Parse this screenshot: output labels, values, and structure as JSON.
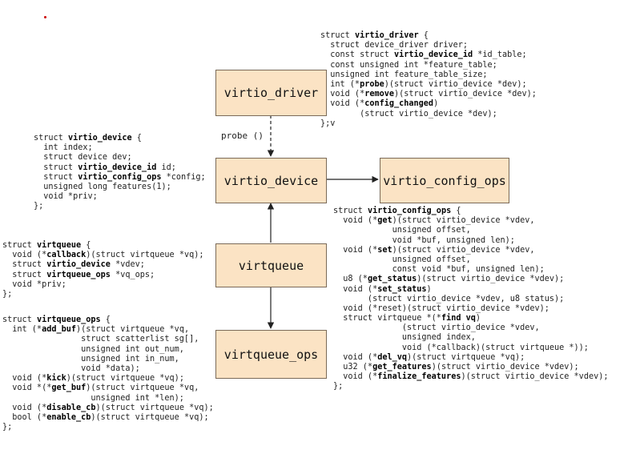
{
  "boxes": {
    "virtio_driver": "virtio_driver",
    "virtio_device": "virtio_device",
    "virtio_config_ops": "virtio_config_ops",
    "virtqueue": "virtqueue",
    "virtqueue_ops": "virtqueue_ops"
  },
  "probe_label": "probe ()",
  "colors": {
    "box_fill": "#fbe3c4",
    "box_border": "#7a6a58",
    "marker": "#cc0000"
  },
  "code": {
    "virtio_driver": [
      [
        {
          "t": "struct "
        },
        {
          "t": "virtio_driver",
          "b": true
        },
        {
          "t": " {"
        }
      ],
      [
        {
          "t": "  struct device_driver driver;"
        }
      ],
      [
        {
          "t": "  const struct "
        },
        {
          "t": "virtio_device_id",
          "b": true
        },
        {
          "t": " *id_table;"
        }
      ],
      [
        {
          "t": "  const unsigned int *feature_table;"
        }
      ],
      [
        {
          "t": "  unsigned int feature_table_size;"
        }
      ],
      [
        {
          "t": "  int (*"
        },
        {
          "t": "probe",
          "b": true
        },
        {
          "t": ")(struct virtio_device *dev);"
        }
      ],
      [
        {
          "t": "  void (*"
        },
        {
          "t": "remove",
          "b": true
        },
        {
          "t": ")(struct virtio_device *dev);"
        }
      ],
      [
        {
          "t": "  void (*"
        },
        {
          "t": "config_changed",
          "b": true
        },
        {
          "t": ")"
        }
      ],
      [
        {
          "t": "        (struct virtio_device *dev);"
        }
      ],
      [
        {
          "t": "};v"
        }
      ]
    ],
    "virtio_device": [
      [
        {
          "t": "struct "
        },
        {
          "t": "virtio_device",
          "b": true
        },
        {
          "t": " {"
        }
      ],
      [
        {
          "t": "  int index;"
        }
      ],
      [
        {
          "t": "  struct device dev;"
        }
      ],
      [
        {
          "t": "  struct "
        },
        {
          "t": "virtio_device_id",
          "b": true
        },
        {
          "t": " id;"
        }
      ],
      [
        {
          "t": "  struct "
        },
        {
          "t": "virtio_config_ops",
          "b": true
        },
        {
          "t": " *config;"
        }
      ],
      [
        {
          "t": "  unsigned long features(1);"
        }
      ],
      [
        {
          "t": "  void *priv;"
        }
      ],
      [
        {
          "t": "};"
        }
      ]
    ],
    "virtqueue": [
      [
        {
          "t": "struct "
        },
        {
          "t": "virtqueue",
          "b": true
        },
        {
          "t": " {"
        }
      ],
      [
        {
          "t": "  void (*"
        },
        {
          "t": "callback",
          "b": true
        },
        {
          "t": ")(struct virtqueue *vq);"
        }
      ],
      [
        {
          "t": "  struct "
        },
        {
          "t": "virtio_device",
          "b": true
        },
        {
          "t": " *vdev;"
        }
      ],
      [
        {
          "t": "  struct "
        },
        {
          "t": "virtqueue_ops",
          "b": true
        },
        {
          "t": " *vq_ops;"
        }
      ],
      [
        {
          "t": "  void *priv;"
        }
      ],
      [
        {
          "t": "};"
        }
      ]
    ],
    "virtqueue_ops": [
      [
        {
          "t": "struct "
        },
        {
          "t": "virtqueue_ops",
          "b": true
        },
        {
          "t": " {"
        }
      ],
      [
        {
          "t": "  int (*"
        },
        {
          "t": "add_buf",
          "b": true
        },
        {
          "t": ")(struct virtqueue *vq,"
        }
      ],
      [
        {
          "t": "                struct scatterlist sg[],"
        }
      ],
      [
        {
          "t": "                unsigned int out_num,"
        }
      ],
      [
        {
          "t": "                unsigned int in_num,"
        }
      ],
      [
        {
          "t": "                void *data);"
        }
      ],
      [
        {
          "t": "  void (*"
        },
        {
          "t": "kick",
          "b": true
        },
        {
          "t": ")(struct virtqueue *vq);"
        }
      ],
      [
        {
          "t": "  void *(*"
        },
        {
          "t": "get_buf",
          "b": true
        },
        {
          "t": ")(struct virtqueue *vq,"
        }
      ],
      [
        {
          "t": "                  unsigned int *len);"
        }
      ],
      [
        {
          "t": "  void (*"
        },
        {
          "t": "disable_cb",
          "b": true
        },
        {
          "t": ")(struct virtqueue *vq);"
        }
      ],
      [
        {
          "t": "  bool (*"
        },
        {
          "t": "enable_cb",
          "b": true
        },
        {
          "t": ")(struct virtqueue *vq);"
        }
      ],
      [
        {
          "t": "};"
        }
      ]
    ],
    "virtio_config_ops": [
      [
        {
          "t": "struct "
        },
        {
          "t": "virtio_config_ops",
          "b": true
        },
        {
          "t": " {"
        }
      ],
      [
        {
          "t": "  void (*"
        },
        {
          "t": "get",
          "b": true
        },
        {
          "t": ")(struct virtio_device *vdev,"
        }
      ],
      [
        {
          "t": "            unsigned offset,"
        }
      ],
      [
        {
          "t": "            void *buf, unsigned len);"
        }
      ],
      [
        {
          "t": "  void (*"
        },
        {
          "t": "set",
          "b": true
        },
        {
          "t": ")(struct virtio_device *vdev,"
        }
      ],
      [
        {
          "t": "            unsigned offset,"
        }
      ],
      [
        {
          "t": "            const void *buf, unsigned len);"
        }
      ],
      [
        {
          "t": "  u8 (*"
        },
        {
          "t": "get_status",
          "b": true
        },
        {
          "t": ")(struct virtio_device *vdev);"
        }
      ],
      [
        {
          "t": "  void (*"
        },
        {
          "t": "set_status",
          "b": true
        },
        {
          "t": ")"
        }
      ],
      [
        {
          "t": "       (struct virtio_device *vdev, u8 status);"
        }
      ],
      [
        {
          "t": "  void (*reset)(struct virtio_device *vdev);"
        }
      ],
      [
        {
          "t": "  struct virtqueue *(*"
        },
        {
          "t": "find vq",
          "b": true
        },
        {
          "t": ")"
        }
      ],
      [
        {
          "t": "              (struct virtio_device *vdev,"
        }
      ],
      [
        {
          "t": "              unsigned index,"
        }
      ],
      [
        {
          "t": "              void (*callback)(struct virtqueue *));"
        }
      ],
      [
        {
          "t": "  void (*"
        },
        {
          "t": "del_vq",
          "b": true
        },
        {
          "t": ")(struct virtqueue *vq);"
        }
      ],
      [
        {
          "t": "  u32 (*"
        },
        {
          "t": "get_features",
          "b": true
        },
        {
          "t": ")(struct virtio_device *vdev);"
        }
      ],
      [
        {
          "t": "  void (*"
        },
        {
          "t": "finalize_features",
          "b": true
        },
        {
          "t": ")(struct virtio_device *vdev);"
        }
      ],
      [
        {
          "t": "};"
        }
      ]
    ]
  }
}
